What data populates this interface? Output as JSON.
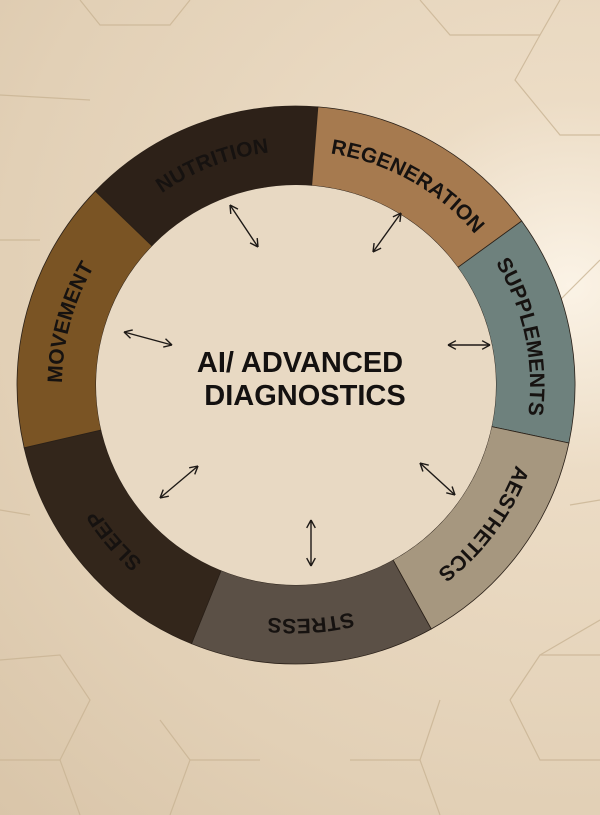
{
  "center": {
    "line1": "AI/ ADVANCED",
    "line2": "DIAGNOSTICS"
  },
  "segments": [
    {
      "name": "NUTRITION",
      "color": "#2d2118"
    },
    {
      "name": "REGENERATION",
      "color": "#a67a4f"
    },
    {
      "name": "SUPPLEMENTS",
      "color": "#6e817d"
    },
    {
      "name": "AESTHETICS",
      "color": "#a6977f"
    },
    {
      "name": "STRESS",
      "color": "#5b5046"
    },
    {
      "name": "SLEEP",
      "color": "#33261b"
    },
    {
      "name": "MOVEMENT",
      "color": "#7a5424"
    }
  ],
  "colors": {
    "background": "#e6d6bf",
    "inner_circle": "#e8d9c3",
    "arrow": "#1d1916"
  }
}
